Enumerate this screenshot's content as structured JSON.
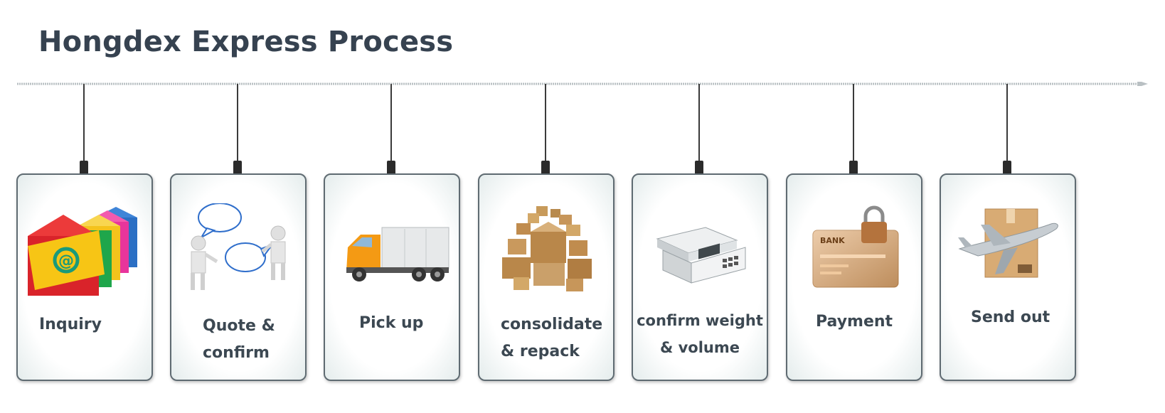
{
  "title": "Hongdex Express Process",
  "steps": [
    {
      "line1": "Inquiry",
      "line2": "",
      "icon": "email-envelopes-icon"
    },
    {
      "line1": "Quote &",
      "line2": "confirm",
      "icon": "people-chat-icon"
    },
    {
      "line1": "Pick up",
      "line2": "",
      "icon": "delivery-truck-icon"
    },
    {
      "line1": "consolidate",
      "line2": "& repack",
      "icon": "cardboard-boxes-icon"
    },
    {
      "line1": "confirm weight",
      "line2": "& volume",
      "icon": "weighing-scale-icon"
    },
    {
      "line1": "Payment",
      "line2": "",
      "icon": "bank-card-lock-icon"
    },
    {
      "line1": "Send out",
      "line2": "",
      "icon": "airplane-package-icon"
    }
  ]
}
